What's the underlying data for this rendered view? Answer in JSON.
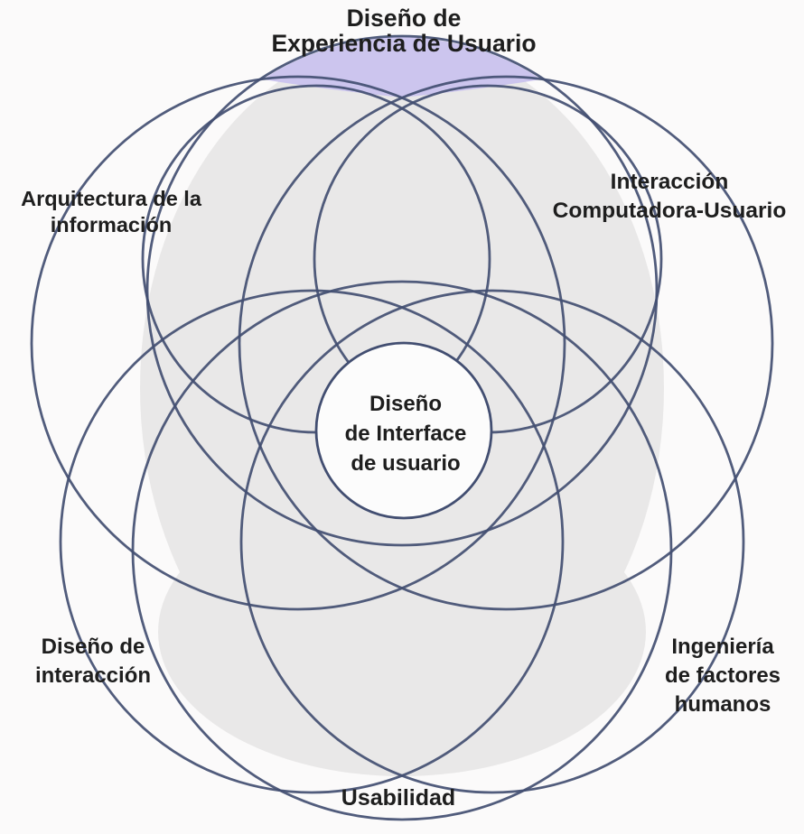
{
  "title": "Diseño de Experiencia de Usuario",
  "colors": {
    "background": "#fbfafa",
    "overlap_gray": "#e9e8e8",
    "ux_purple": "#ccc5ee",
    "circle_stroke": "#424e71",
    "center_fill": "#fcfcfc",
    "text": "#1e1e1e"
  },
  "labels": {
    "ux": {
      "lines": [
        "Diseño de",
        "Experiencia de Usuario"
      ]
    },
    "ia": {
      "lines": [
        "Arquitectura de la",
        "información"
      ]
    },
    "hci": {
      "lines": [
        "Interacción",
        "Computadora-Usuario"
      ]
    },
    "ui": {
      "lines": [
        "Diseño",
        "de Interface",
        "de usuario"
      ]
    },
    "ixd": {
      "lines": [
        "Diseño de",
        "interacción"
      ]
    },
    "hf": {
      "lines": [
        "Ingeniería",
        "de factores",
        "humanos"
      ]
    },
    "usability": {
      "lines": [
        "Usabilidad"
      ]
    }
  }
}
